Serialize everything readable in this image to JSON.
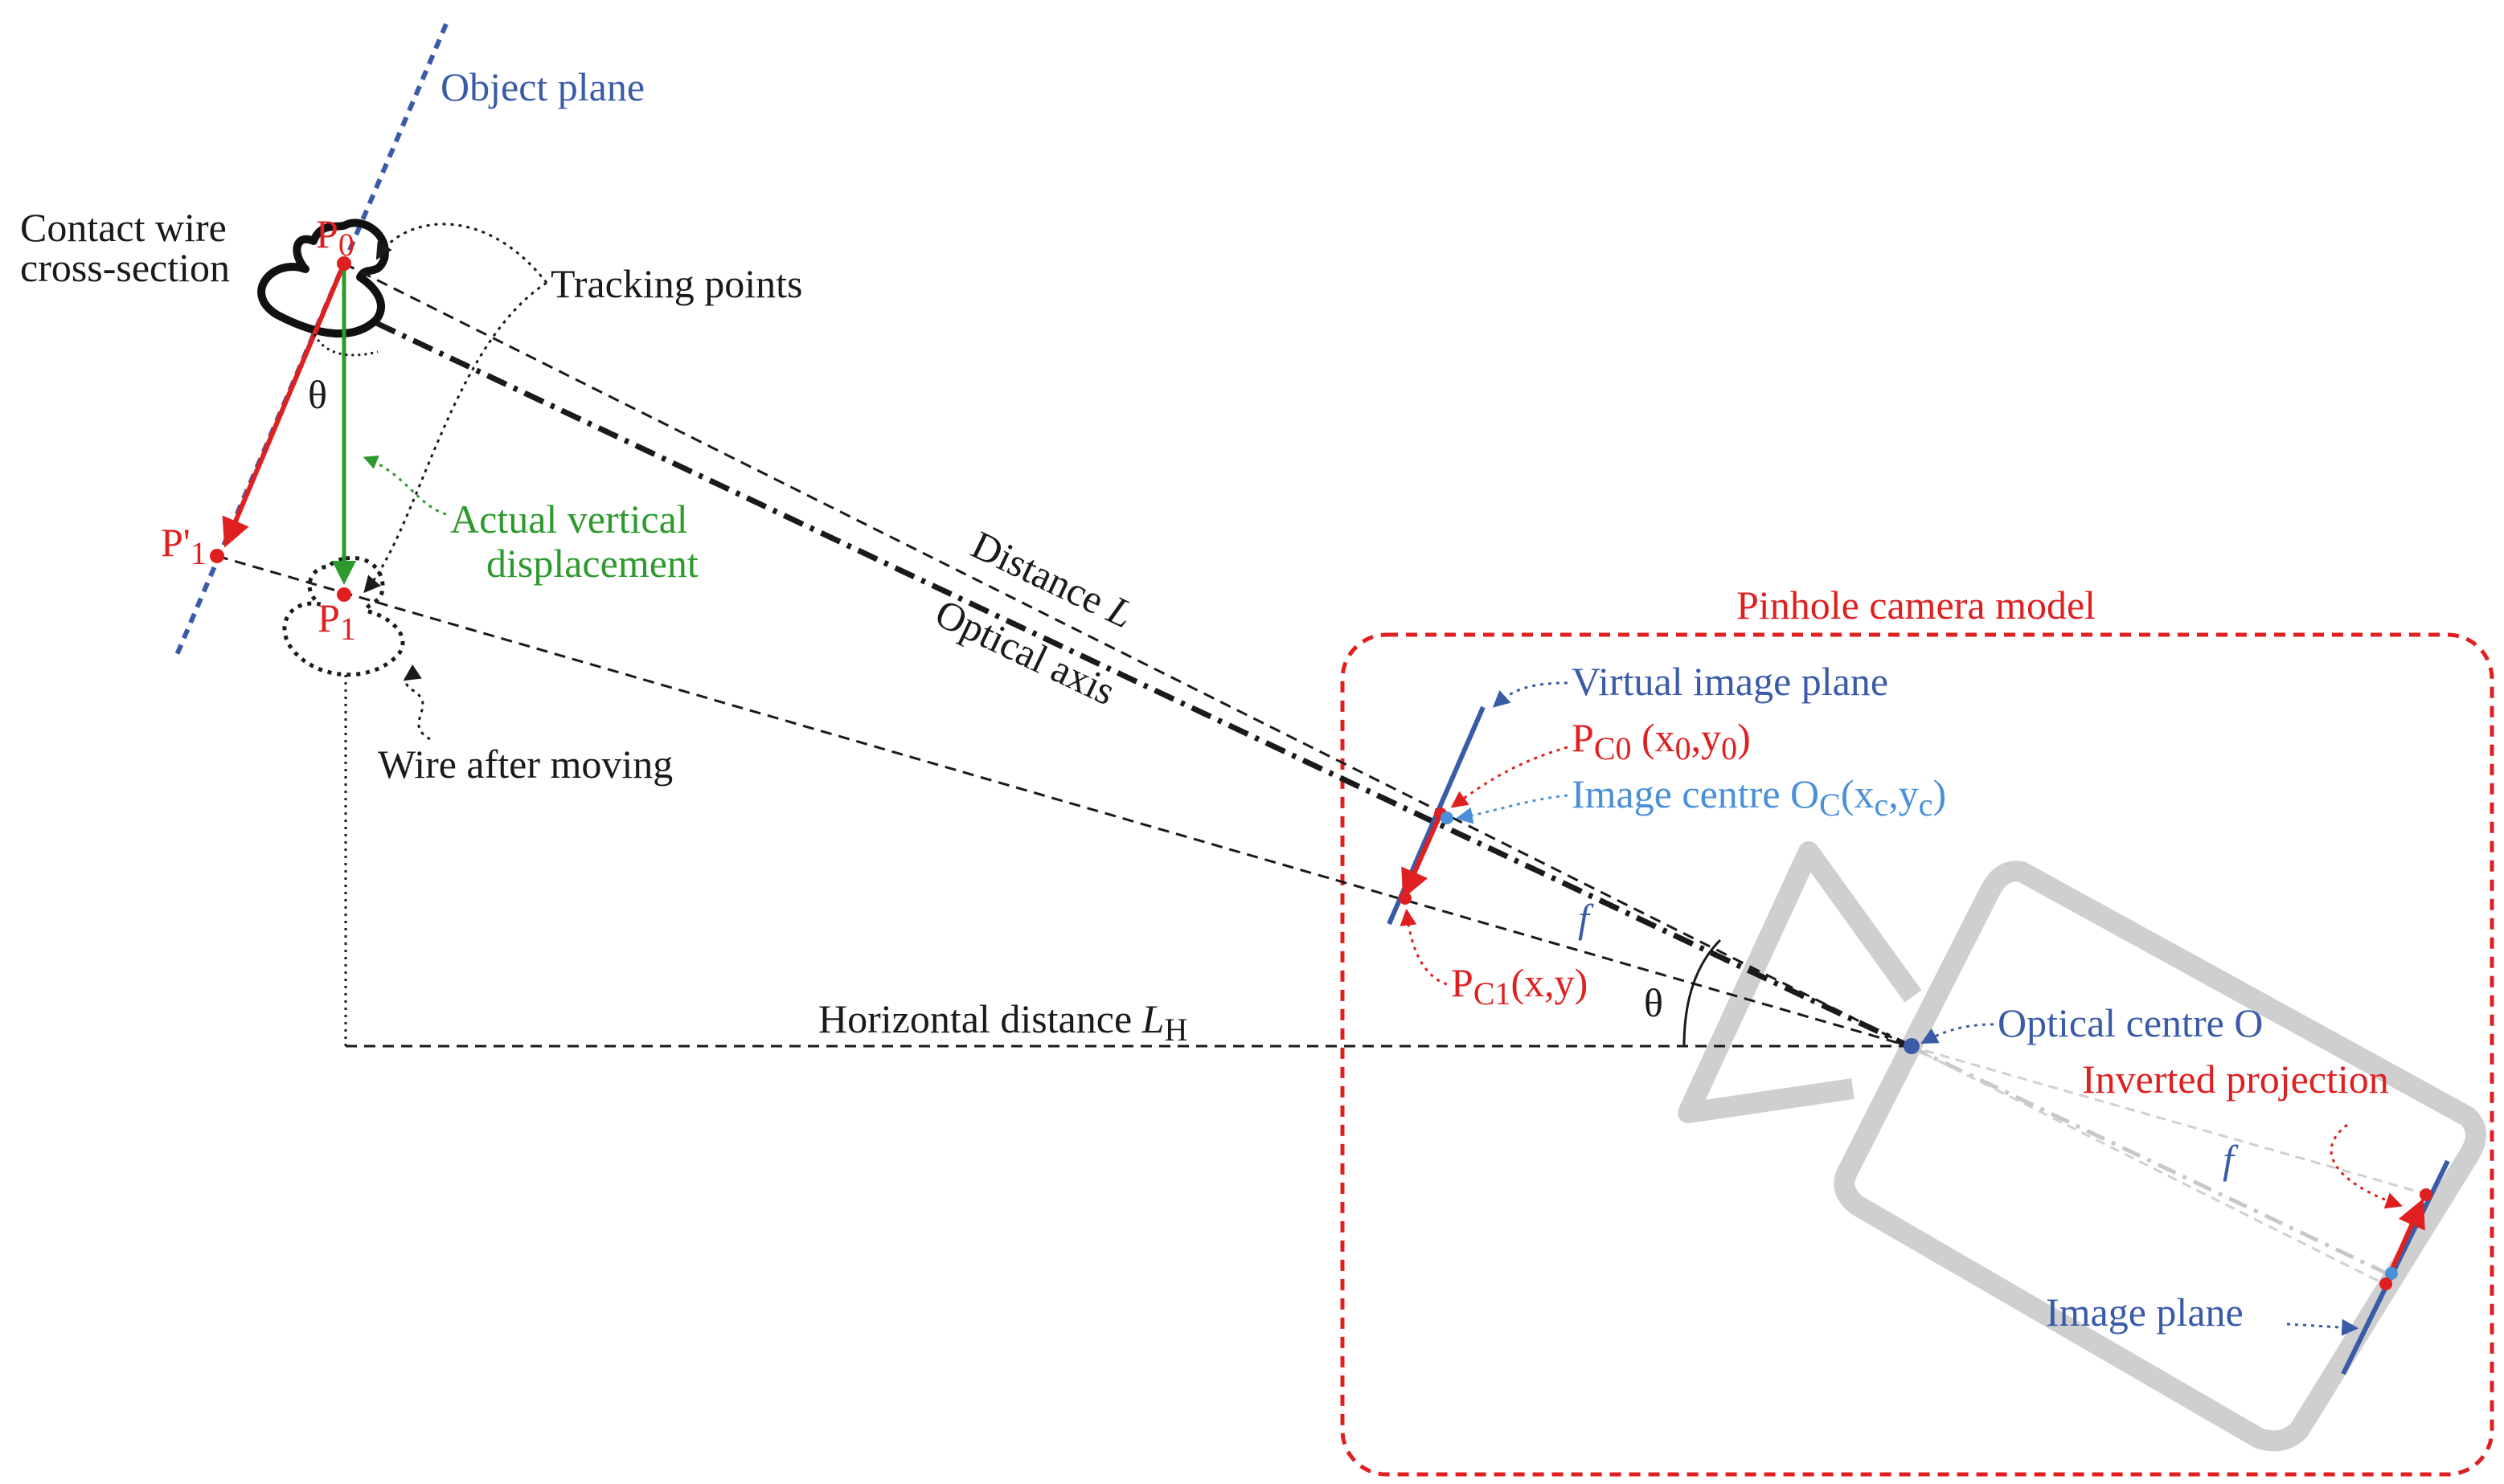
{
  "labels": {
    "object_plane": "Object plane",
    "contact_wire_line1": "Contact wire",
    "contact_wire_line2": "cross-section",
    "tracking_points": "Tracking points",
    "p0_main": "P",
    "p0_sub": "0",
    "theta_top": "θ",
    "p1prime_main": "P'",
    "p1prime_sub": "1",
    "p1_main": "P",
    "p1_sub": "1",
    "actual_vertical_line1": "Actual vertical",
    "actual_vertical_line2": "displacement",
    "wire_after_moving": "Wire after moving",
    "distance_main": "Distance ",
    "distance_var": "L",
    "optical_axis": "Optical axis",
    "horizontal_main": "Horizontal distance ",
    "horizontal_var": "L",
    "horizontal_sub": "H",
    "pinhole_model": "Pinhole camera model",
    "virtual_image_plane": "Virtual image plane",
    "pc0_main": "P",
    "pc0_sub": "C0",
    "pc0_coords_open": " (x",
    "pc0_coords_sub1": "0",
    "pc0_coords_mid": ",y",
    "pc0_coords_sub2": "0",
    "pc0_coords_close": ")",
    "image_centre_main": "Image centre O",
    "image_centre_sub": "C",
    "image_centre_open": "(x",
    "image_centre_sub1": "c",
    "image_centre_mid": ",y",
    "image_centre_sub2": "c",
    "image_centre_close": ")",
    "f_upper": "f",
    "pc1_main": "P",
    "pc1_sub": "C1",
    "pc1_coords": "(x,y)",
    "theta_camera": "θ",
    "optical_centre": "Optical centre O",
    "inverted_projection": "Inverted projection",
    "f_lower": "f",
    "image_plane": "Image plane"
  },
  "colors": {
    "black": "#1a1a1a",
    "blue": "#3a5ba8",
    "light_blue": "#4a90d9",
    "red": "#e02020",
    "green": "#2e9a2e",
    "camera_gray": "#cfcfcf"
  }
}
